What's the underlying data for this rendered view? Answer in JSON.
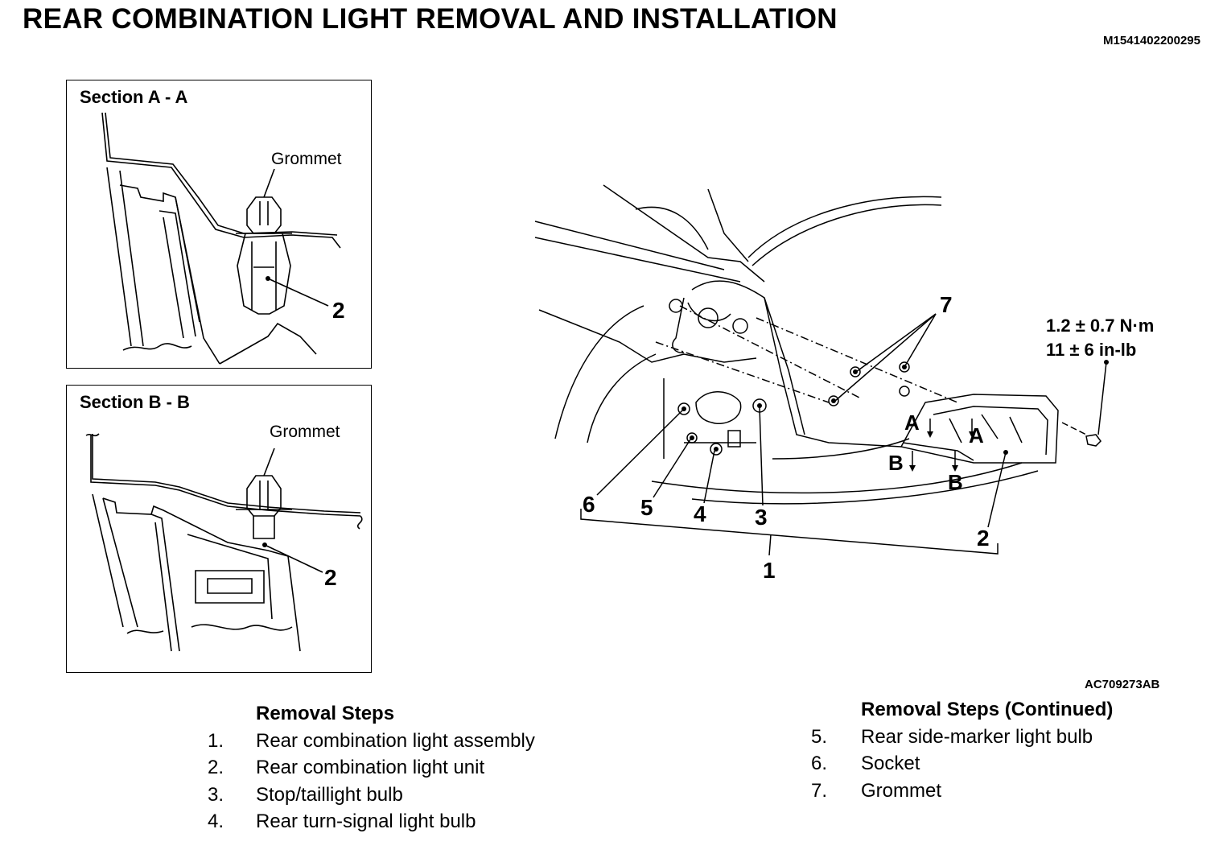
{
  "title": "REAR COMBINATION LIGHT REMOVAL AND INSTALLATION",
  "doc_code": "M1541402200295",
  "figure_code": "AC709273AB",
  "section_a": {
    "title": "Section A - A",
    "label_grommet": "Grommet",
    "callout": "2"
  },
  "section_b": {
    "title": "Section B - B",
    "label_grommet": "Grommet",
    "callout": "2"
  },
  "main": {
    "torque_nm": "1.2 ± 0.7 N·m",
    "torque_inlb": "11 ± 6 in-lb",
    "callouts": {
      "c1": "1",
      "c2": "2",
      "c3": "3",
      "c4": "4",
      "c5": "5",
      "c6": "6",
      "c7": "7"
    },
    "section_markers": {
      "a": "A",
      "b": "B"
    }
  },
  "removal_steps": {
    "heading": "Removal Steps",
    "items": [
      {
        "num": "1.",
        "text": "Rear combination light assembly"
      },
      {
        "num": "2.",
        "text": "Rear combination light unit"
      },
      {
        "num": "3.",
        "text": "Stop/taillight bulb"
      },
      {
        "num": "4.",
        "text": "Rear turn-signal light bulb"
      }
    ]
  },
  "removal_steps_continued": {
    "heading": "Removal Steps (Continued)",
    "items": [
      {
        "num": "5.",
        "text": "Rear side-marker light bulb"
      },
      {
        "num": "6.",
        "text": "Socket"
      },
      {
        "num": "7.",
        "text": "Grommet"
      }
    ]
  }
}
